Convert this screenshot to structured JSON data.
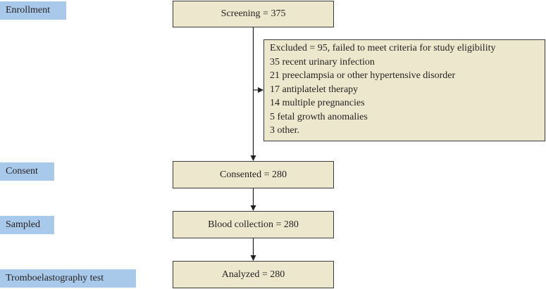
{
  "stages": {
    "enrollment": "Enrollment",
    "consent": "Consent",
    "sampled": "Sampled",
    "test": "Tromboelastography test"
  },
  "boxes": {
    "screening": "Screening = 375",
    "consented": "Consented = 280",
    "blood": "Blood collection = 280",
    "analyzed": "Analyzed = 280"
  },
  "excluded": {
    "title": "Excluded = 95, failed to meet criteria for study eligibility",
    "items": [
      "35 recent urinary infection",
      "21 preeclampsia or other hypertensive disorder",
      "17 antiplatelet therapy",
      "14 multiple pregnancies",
      "5 fetal growth anomalies",
      "3 other."
    ]
  },
  "colors": {
    "label_bg": "#a9c9ea",
    "box_bg": "#ede8cd",
    "line": "#231f20"
  }
}
